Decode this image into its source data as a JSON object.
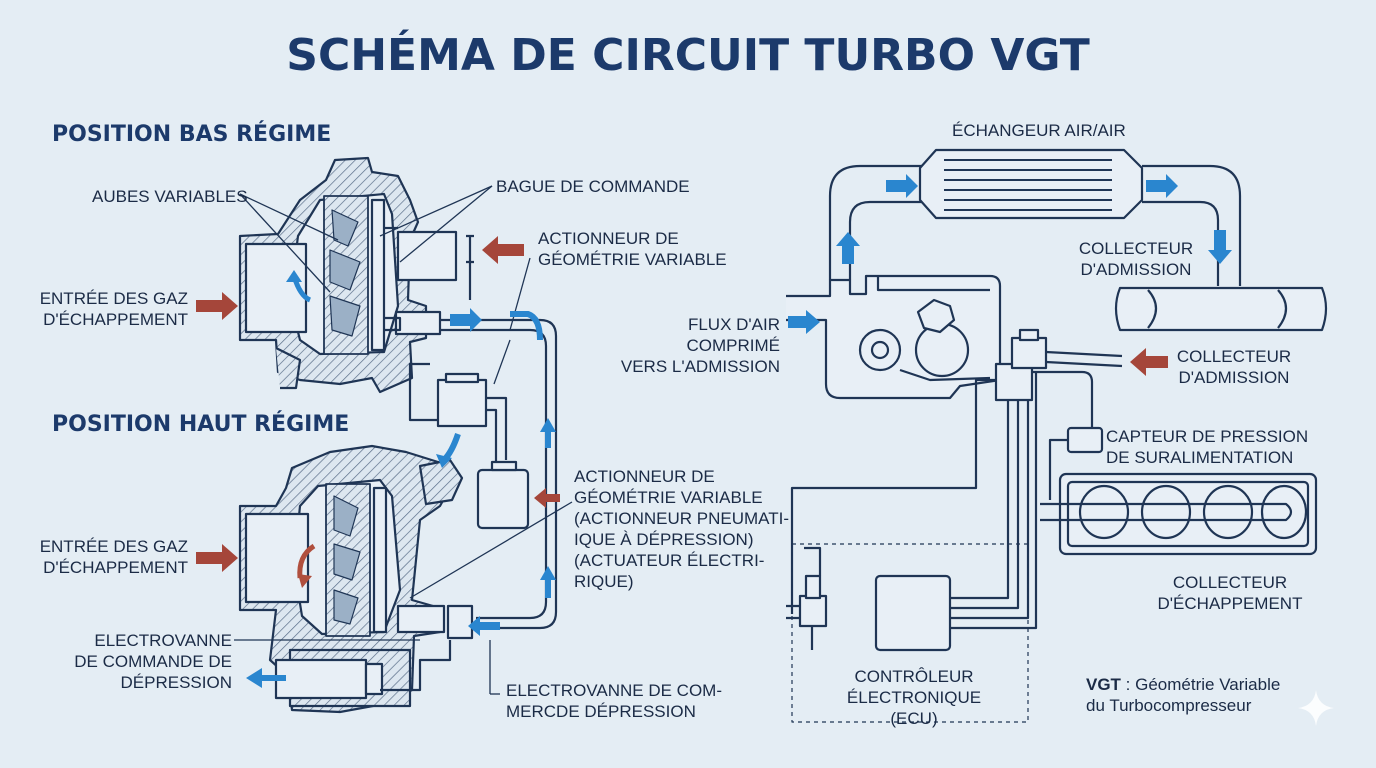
{
  "title": "SCHÉMA DE CIRCUIT TURBO VGT",
  "sections": {
    "low": "POSITION BAS RÉGIME",
    "high": "POSITION HAUT RÉGIME"
  },
  "labels": {
    "aubes": "AUBES VARIABLES",
    "gaz_in_1": "ENTRÉE DES GAZ\nD'ÉCHAPPEMENT",
    "bague": "BAGUE DE COMMANDE",
    "actionneur_1": "ACTIONNEUR DE\nGÉOMÉTRIE VARIABLE",
    "gaz_in_2": "ENTRÉE DES GAZ\nD'ÉCHAPPEMENT",
    "actionneur_2": "ACTIONNEUR DE\nGÉOMÉTRIE VARIABLE\n(ACTIONNEUR PNEUMATI-\nIQUE À DÉPRESSION)\n(ACTUATEUR ÉLECTRI-\nRIQUE)",
    "electrovanne_left": "ELECTROVANNE\nDE COMMANDE DE\nDÉPRESSION",
    "electrovanne_bottom": "ELECTROVANNE DE COM-\nMERCDE DÉPRESSION",
    "echangeur": "ÉCHANGEUR AIR/AIR",
    "collecteur_adm_1": "COLLECTEUR\nD'ADMISSION",
    "flux": "FLUX D'AIR COMPRIMÉ\nVERS L'ADMISSION",
    "collecteur_adm_2": "COLLECTEUR\nD'ADMISSION",
    "capteur": "CAPTEUR DE PRESSION\nDE SURALIMENTATION",
    "collecteur_ech": "COLLECTEUR\nD'ÉCHAPPEMENT",
    "ecu": "CONTRÔLEUR\nÉLECTRONIQUE (ECU)"
  },
  "legend": {
    "abbr": "VGT",
    "sep": " : ",
    "line1": "Géométrie Variable",
    "line2": "du Turbocompresseur"
  },
  "colors": {
    "background": "#e4edf4",
    "line": "#1f3555",
    "arrow_blue": "#2a86cf",
    "arrow_red": "#a5463a",
    "hatch": "#5b6f8a"
  }
}
